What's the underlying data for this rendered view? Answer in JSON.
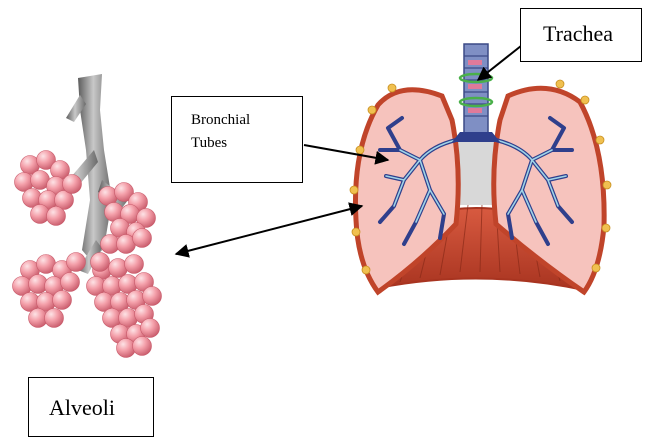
{
  "labels": {
    "trachea": "Trachea",
    "bronchial_line1": "Bronchial",
    "bronchial_line2": "Tubes",
    "alveoli": "Alveoli"
  },
  "colors": {
    "alveoli_pink": "#f4a0aa",
    "alveoli_highlight": "#fde3e6",
    "alveoli_shadow": "#c85a6a",
    "airway_gray": "#8c8c8c",
    "lung_pink": "#f6c3bd",
    "lung_outline": "#c0442a",
    "bronchi_blue": "#2f3f8c",
    "bronchi_light": "#9fd4e8",
    "diaphragm_red": "#c2442e",
    "trachea_blue": "#7f8fc4",
    "ring_green": "#4ab04a",
    "node_yellow": "#f0c050"
  },
  "icons": [
    "alveoli-cluster-illustration",
    "lungs-illustration"
  ]
}
